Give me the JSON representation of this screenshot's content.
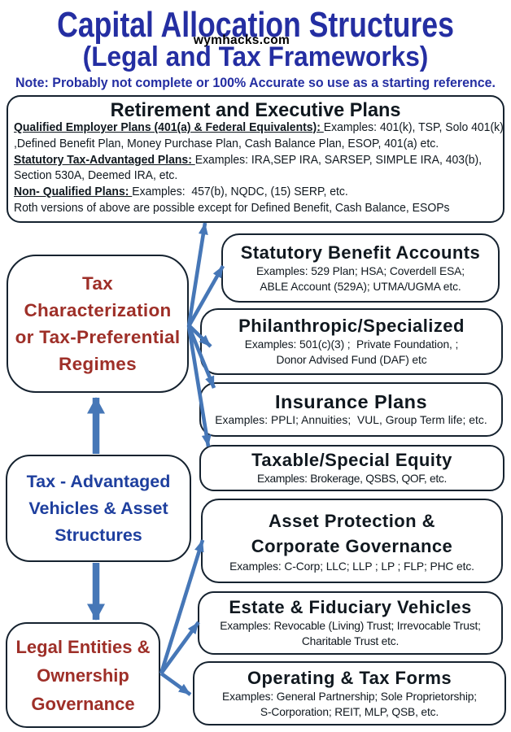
{
  "header": {
    "title": "Capital Allocation Structures",
    "watermark": "wymhacks.com",
    "subtitle": "(Legal and Tax Frameworks)",
    "note": "Note: Probably not complete or 100% Accurate so use as a starting reference."
  },
  "colors": {
    "heading_blue": "#242ea2",
    "navy_text": "#1e3f9e",
    "dark_red_text": "#9e2f28",
    "arrow_blue": "#4677b7",
    "box_border": "#15222f"
  },
  "retirement": {
    "title": "Retirement and Executive Plans",
    "lines": [
      {
        "lead": "Qualified Employer Plans (401(a) & Federal Equivalents): ",
        "text": "Examples: 401(k), TSP, Solo 401(k)"
      },
      {
        "lead": "",
        "text": ",Defined Benefit Plan, Money Purchase Plan, Cash Balance Plan, ESOP, 401(a) etc."
      },
      {
        "lead": "Statutory Tax-Advantaged Plans: ",
        "text": "Examples: IRA,SEP IRA, SARSEP, SIMPLE IRA, 403(b),"
      },
      {
        "lead": "",
        "text": "Section 530A, Deemed IRA, etc."
      },
      {
        "lead": "Non- Qualified Plans: ",
        "text": "Examples:  457(b), NQDC, (15) SERP, etc."
      },
      {
        "lead": "",
        "text": "Roth versions of above are possible except for Defined Benefit, Cash Balance, ESOPs"
      }
    ]
  },
  "hubs": {
    "tax_characterization": {
      "l1": "Tax",
      "l2": "Characterization",
      "l3": "or Tax-Preferential",
      "l4": "Regimes"
    },
    "tax_advantaged": {
      "l1": "Tax - Advantaged",
      "l2": "Vehicles & Asset",
      "l3": "Structures"
    },
    "legal_entities": {
      "l1": "Legal Entities &",
      "l2": "Ownership",
      "l3": "Governance"
    }
  },
  "categories": {
    "statutory": {
      "title": "Statutory Benefit Accounts",
      "b1": "Examples: 529 Plan; HSA; Coverdell ESA;",
      "b2": "ABLE Account (529A); UTMA/UGMA etc."
    },
    "philanthropic": {
      "title": "Philanthropic/Specialized",
      "b1": "Examples: 501(c)(3) ;  Private Foundation, ;",
      "b2": "Donor Advised Fund (DAF) etc"
    },
    "insurance": {
      "title": "Insurance Plans",
      "b1": "Examples: PPLI; Annuities;  VUL, Group Term life; etc."
    },
    "taxable": {
      "title": "Taxable/Special Equity",
      "b1": "Examples: Brokerage, QSBS, QOF, etc."
    },
    "asset_protection": {
      "title1": "Asset Protection &",
      "title2": "Corporate Governance",
      "b1": "Examples: C-Corp; LLC; LLP ; LP ; FLP; PHC etc."
    },
    "estate": {
      "title": "Estate & Fiduciary Vehicles",
      "b1": "Examples: Revocable (Living) Trust; Irrevocable Trust;",
      "b2": "Charitable Trust etc."
    },
    "operating": {
      "title": "Operating & Tax Forms",
      "b1": "Examples: General Partnership; Sole Proprietorship;",
      "b2": "S-Corporation; REIT, MLP, QSB, etc."
    }
  }
}
